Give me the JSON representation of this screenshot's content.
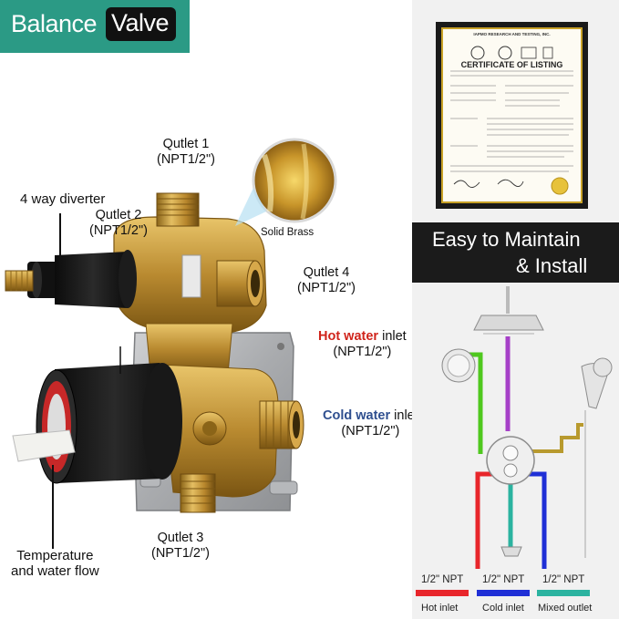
{
  "badge": {
    "word1": "Balance",
    "word2": "Valve"
  },
  "labels": {
    "outlet1": [
      "Qutlet 1",
      "(NPT1/2\")"
    ],
    "outlet2": [
      "Qutlet 2",
      "(NPT1/2\")"
    ],
    "outlet3": [
      "Qutlet 3",
      "(NPT1/2\")"
    ],
    "outlet4": [
      "Qutlet 4",
      "(NPT1/2\")"
    ],
    "diverter": "4 way diverter",
    "solid_brass": "Solid Brass",
    "hot_inlet": {
      "colored": "Hot water",
      "rest": " inlet",
      "npt": "(NPT1/2\")"
    },
    "cold_inlet": {
      "colored": "Cold water",
      "rest": " inlet",
      "npt": "(NPT1/2\")"
    },
    "temperature": [
      "Temperature",
      "and water flow"
    ]
  },
  "certificate": {
    "header": "IAPMO RESEARCH AND TESTING, INC.",
    "title": "CERTIFICATE OF LISTING"
  },
  "banner": {
    "line1": "Easy to Maintain",
    "line2": "& Install"
  },
  "legend": [
    {
      "npt": "1/2\" NPT",
      "label": "Hot inlet",
      "color": "#e8262b"
    },
    {
      "npt": "1/2\" NPT",
      "label": "Cold inlet",
      "color": "#1f2fd6"
    },
    {
      "npt": "1/2\" NPT",
      "label": "Mixed outlet",
      "color": "#2bb3a0"
    }
  ],
  "colors": {
    "brass": "#c99a3a",
    "black": "#161616",
    "teal": "#2b9a85",
    "green": "#4fc81e",
    "purple": "#a640c8",
    "gold": "#b89a2e"
  }
}
